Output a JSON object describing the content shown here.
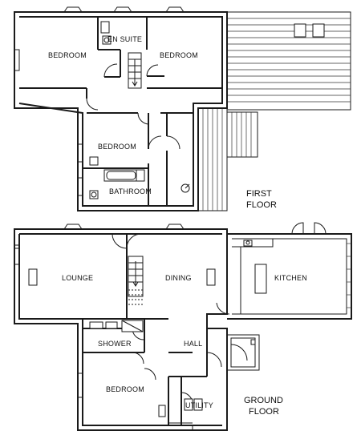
{
  "first_floor": {
    "caption_line1": "FIRST",
    "caption_line2": "FLOOR",
    "rooms": {
      "bedroom_left": "BEDROOM",
      "en_suite": "EN SUITE",
      "bedroom_right": "BEDROOM",
      "bedroom_middle": "BEDROOM",
      "bathroom": "BATHROOM"
    }
  },
  "ground_floor": {
    "caption_line1": "GROUND",
    "caption_line2": "FLOOR",
    "rooms": {
      "lounge": "LOUNGE",
      "dining": "DINING",
      "kitchen": "KITCHEN",
      "shower": "SHOWER",
      "hall": "HALL",
      "bedroom": "BEDROOM",
      "utility": "UTILITY"
    }
  }
}
